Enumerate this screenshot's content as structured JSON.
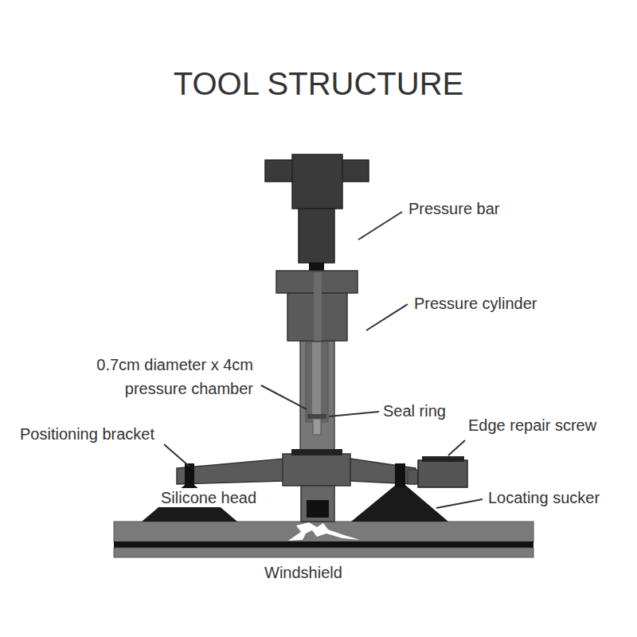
{
  "diagram": {
    "title": "TOOL STRUCTURE",
    "labels": [
      "Pressure bar",
      "Pressure cylinder",
      "0.7cm diameter x 4cm pressure chamber",
      "Seal ring",
      "Positioning bracket",
      "Edge repair screw",
      "Silicone head",
      "Locating sucker",
      "Windshield"
    ]
  }
}
